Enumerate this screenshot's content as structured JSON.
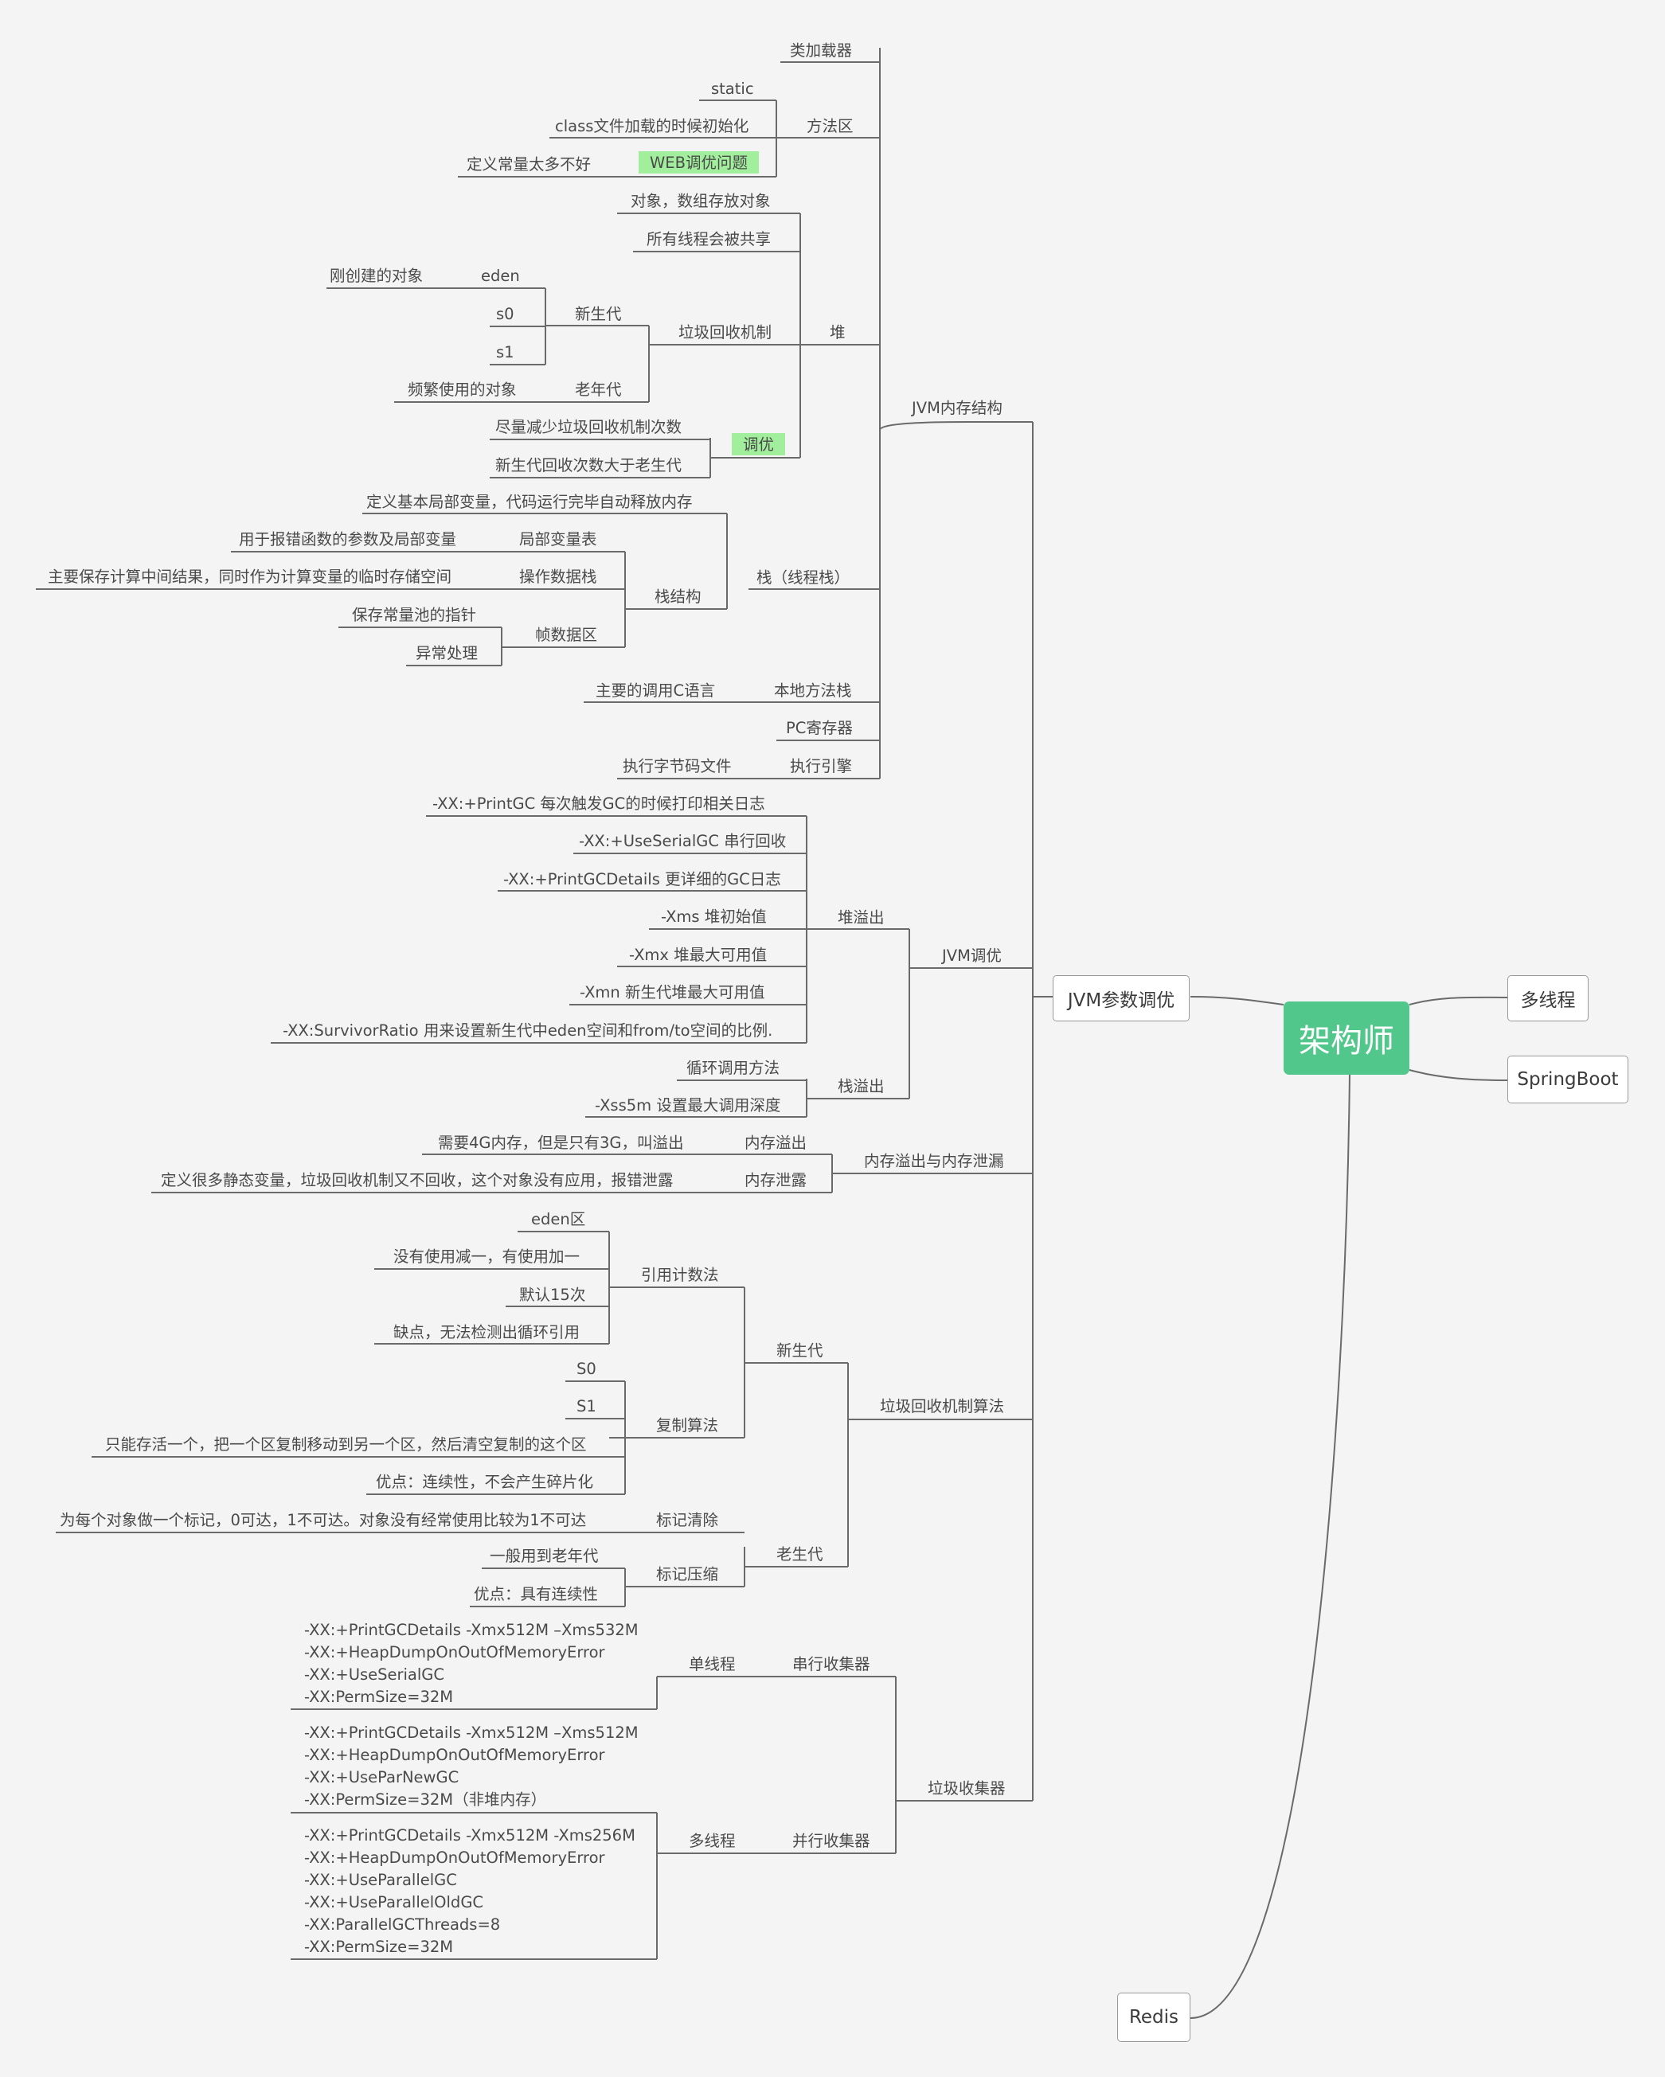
{
  "root": "架构师",
  "top": {
    "jvm": "JVM参数调优",
    "thread": "多线程",
    "spring": "SpringBoot",
    "redis": "Redis"
  },
  "mem": {
    "title": "JVM内存结构",
    "classloader": "类加载器",
    "method": {
      "title": "方法区",
      "static": "static",
      "classinit": "class文件加载的时候初始化",
      "web": "WEB调优问题",
      "const": "定义常量太多不好"
    },
    "heap": {
      "title": "堆",
      "objects": "对象，数组存放对象",
      "shared": "所有线程会被共享",
      "gc": {
        "title": "垃圾回收机制",
        "young": "新生代",
        "eden": "eden",
        "newobj": "刚创建的对象",
        "s0": "s0",
        "s1": "s1",
        "old": "老年代",
        "freq": "频繁使用的对象"
      },
      "tune": {
        "title": "调优",
        "a": "尽量减少垃圾回收机制次数",
        "b": "新生代回收次数大于老生代"
      }
    },
    "stack": {
      "title": "栈（线程栈）",
      "local": "定义基本局部变量，代码运行完毕自动释放内存",
      "frame": {
        "title": "栈结构",
        "lvt": "局部变量表",
        "lvt_d": "用于报错函数的参数及局部变量",
        "ops": "操作数据栈",
        "ops_d": "主要保存计算中间结果，同时作为计算变量的临时存储空间",
        "fd": "帧数据区",
        "fd_a": "保存常量池的指针",
        "fd_b": "异常处理"
      }
    },
    "native": "本地方法栈",
    "native_d": "主要的调用C语言",
    "pc": "PC寄存器",
    "exec": "执行引擎",
    "exec_d": "执行字节码文件"
  },
  "tune": {
    "title": "JVM调优",
    "heap": {
      "title": "堆溢出",
      "r1": "-XX:+PrintGC    每次触发GC的时候打印相关日志",
      "r2": "-XX:+UseSerialGC  串行回收",
      "r3": "-XX:+PrintGCDetails  更详细的GC日志",
      "r4": "-Xms    堆初始值",
      "r5": "-Xmx    堆最大可用值",
      "r6": "-Xmn    新生代堆最大可用值",
      "r7": "-XX:SurvivorRatio 用来设置新生代中eden空间和from/to空间的比例."
    },
    "stack": {
      "title": "栈溢出",
      "a": "循环调用方法",
      "b": "-Xss5m 设置最大调用深度"
    }
  },
  "leak": {
    "title": "内存溢出与内存泄漏",
    "oom": "内存溢出",
    "oom_d": "需要4G内存，但是只有3G，叫溢出",
    "leak": "内存泄露",
    "leak_d": "定义很多静态变量，垃圾回收机制又不回收，这个对象没有应用，报错泄露"
  },
  "gcalg": {
    "title": "垃圾回收机制算法",
    "young": {
      "title": "新生代",
      "ref": {
        "title": "引用计数法",
        "a": "eden区",
        "b": "没有使用减一，有使用加一",
        "c": "默认15次",
        "d": "缺点，无法检测出循环引用"
      },
      "copy": {
        "title": "复制算法",
        "a": "S0",
        "b": "S1",
        "c": "只能存活一个，把一个区复制移动到另一个区，然后清空复制的这个区",
        "d": "优点：连续性，不会产生碎片化"
      }
    },
    "old": {
      "title": "老生代",
      "mark": "标记清除",
      "mark_d": "为每个对象做一个标记，0可达，1不可达。对象没有经常使用比较为1不可达",
      "compact": {
        "title": "标记压缩",
        "a": "一般用到老年代",
        "b": "优点：具有连续性"
      }
    }
  },
  "collector": {
    "title": "垃圾收集器",
    "serial": {
      "title": "串行收集器",
      "single": "单线程",
      "lines": [
        "-XX:+PrintGCDetails -Xmx512M –Xms532M",
        "-XX:+HeapDumpOnOutOfMemoryError",
        "-XX:+UseSerialGC",
        "-XX:PermSize=32M"
      ]
    },
    "parallel": {
      "title": "并行收集器",
      "multi": "多线程",
      "lines1": [
        "-XX:+PrintGCDetails -Xmx512M –Xms512M",
        "-XX:+HeapDumpOnOutOfMemoryError",
        "-XX:+UseParNewGC",
        "-XX:PermSize=32M（非堆内存）"
      ],
      "lines2": [
        "-XX:+PrintGCDetails -Xmx512M -Xms256M",
        "-XX:+HeapDumpOnOutOfMemoryError",
        "-XX:+UseParallelGC",
        "-XX:+UseParallelOldGC",
        "-XX:ParallelGCThreads=8",
        "-XX:PermSize=32M"
      ]
    }
  },
  "colors": {
    "root": "#52c78b",
    "highlight": "#a1ef9c",
    "line": "#6a6a6a",
    "bg": "#f4f4f4"
  }
}
